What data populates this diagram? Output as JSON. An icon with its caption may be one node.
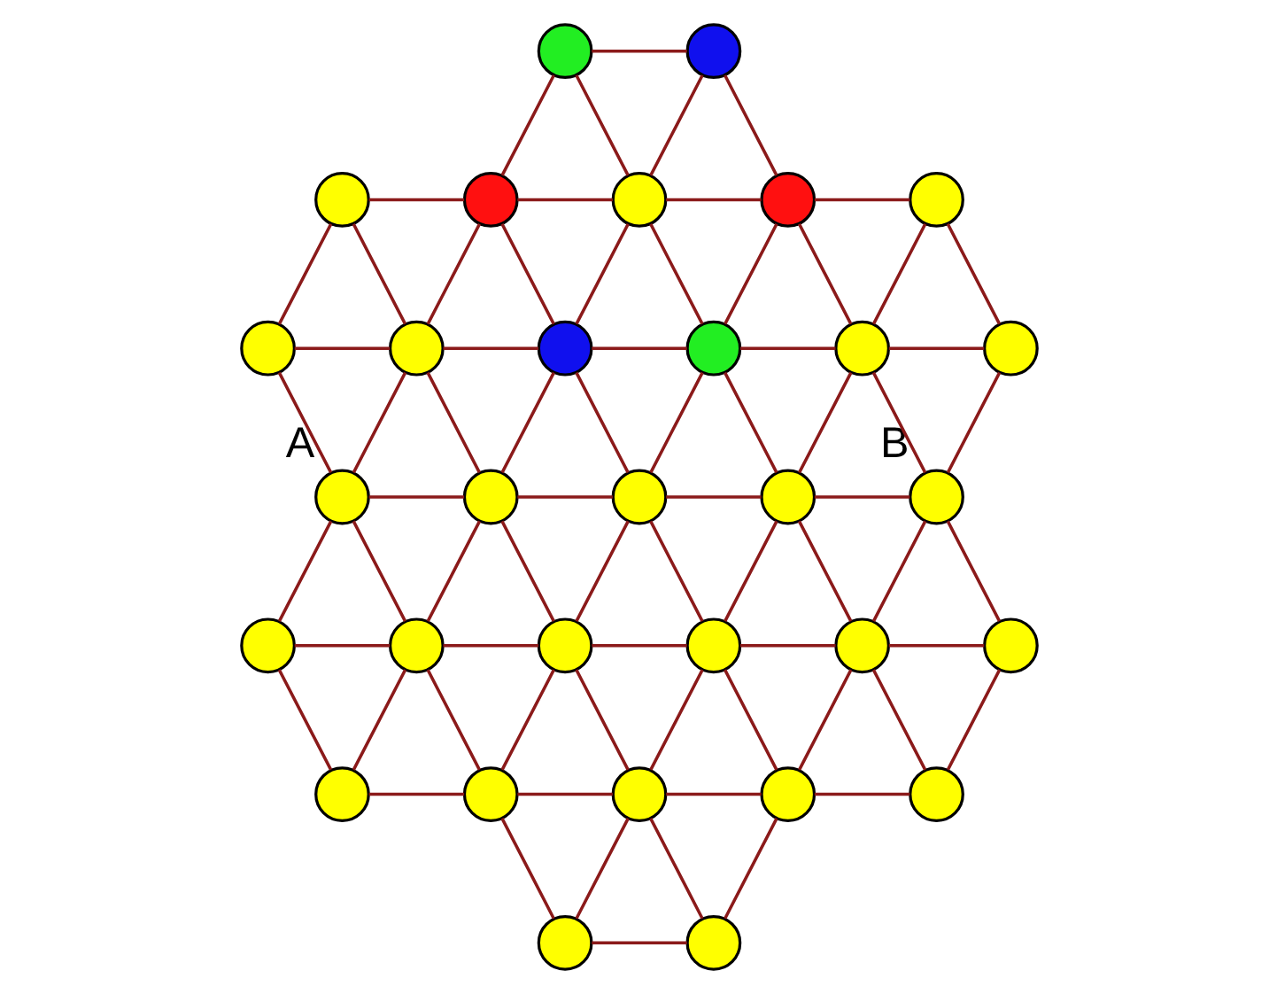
{
  "diagram": {
    "nodes": [
      {
        "text": [],
        "shape": "circle"
      },
      {
        "text": [],
        "shape": "circle"
      },
      {
        "text": [],
        "shape": "circle"
      },
      {
        "text": [],
        "shape": "circle"
      },
      {
        "text": [],
        "shape": "circle"
      },
      {
        "text": [],
        "shape": "circle"
      },
      {
        "text": [],
        "shape": "circle"
      },
      {
        "text": [],
        "shape": "circle"
      },
      {
        "text": [],
        "shape": "circle"
      },
      {
        "text": [],
        "shape": "circle"
      },
      {
        "text": [],
        "shape": "circle"
      },
      {
        "text": [],
        "shape": "circle"
      },
      {
        "text": [],
        "shape": "circle"
      },
      {
        "text": [],
        "shape": "circle",
        "beside": [
          "A"
        ]
      },
      {
        "text": [],
        "shape": "circle"
      },
      {
        "text": [],
        "shape": "circle"
      },
      {
        "text": [],
        "shape": "circle"
      },
      {
        "text": [],
        "shape": "circle",
        "beside": [
          "B"
        ]
      },
      {
        "text": [],
        "shape": "circle"
      },
      {
        "text": [],
        "shape": "circle"
      },
      {
        "text": [],
        "shape": "circle"
      },
      {
        "text": [],
        "shape": "circle"
      },
      {
        "text": [],
        "shape": "circle"
      },
      {
        "text": [],
        "shape": "circle"
      },
      {
        "text": [],
        "shape": "circle"
      },
      {
        "text": [],
        "shape": "circle"
      },
      {
        "text": [],
        "shape": "circle"
      },
      {
        "text": [],
        "shape": "circle"
      },
      {
        "text": [],
        "shape": "circle"
      },
      {
        "text": [],
        "shape": "circle"
      },
      {
        "text": [],
        "shape": "circle"
      }
    ],
    "edges": [
      {
        "from": 0,
        "to": 1,
        "arrow": "none"
      },
      {
        "from": 0,
        "to": 3,
        "arrow": "none"
      },
      {
        "from": 0,
        "to": 4,
        "arrow": "none"
      },
      {
        "from": 1,
        "to": 4,
        "arrow": "none"
      },
      {
        "from": 1,
        "to": 5,
        "arrow": "none"
      },
      {
        "from": 2,
        "to": 3,
        "arrow": "none"
      },
      {
        "from": 3,
        "to": 4,
        "arrow": "none"
      },
      {
        "from": 4,
        "to": 5,
        "arrow": "none"
      },
      {
        "from": 5,
        "to": 6,
        "arrow": "none"
      },
      {
        "from": 2,
        "to": 7,
        "arrow": "none"
      },
      {
        "from": 2,
        "to": 8,
        "arrow": "none"
      },
      {
        "from": 3,
        "to": 8,
        "arrow": "none"
      },
      {
        "from": 3,
        "to": 9,
        "arrow": "none"
      },
      {
        "from": 4,
        "to": 9,
        "arrow": "none"
      },
      {
        "from": 4,
        "to": 10,
        "arrow": "none"
      },
      {
        "from": 5,
        "to": 10,
        "arrow": "none"
      },
      {
        "from": 5,
        "to": 11,
        "arrow": "none"
      },
      {
        "from": 6,
        "to": 11,
        "arrow": "none"
      },
      {
        "from": 6,
        "to": 12,
        "arrow": "none"
      },
      {
        "from": 7,
        "to": 8,
        "arrow": "none"
      },
      {
        "from": 8,
        "to": 9,
        "arrow": "none"
      },
      {
        "from": 9,
        "to": 10,
        "arrow": "none"
      },
      {
        "from": 10,
        "to": 11,
        "arrow": "none"
      },
      {
        "from": 11,
        "to": 12,
        "arrow": "none"
      },
      {
        "from": 7,
        "to": 13,
        "arrow": "none"
      },
      {
        "from": 8,
        "to": 13,
        "arrow": "none"
      },
      {
        "from": 8,
        "to": 14,
        "arrow": "none"
      },
      {
        "from": 9,
        "to": 14,
        "arrow": "none"
      },
      {
        "from": 9,
        "to": 15,
        "arrow": "none"
      },
      {
        "from": 10,
        "to": 15,
        "arrow": "none"
      },
      {
        "from": 10,
        "to": 16,
        "arrow": "none"
      },
      {
        "from": 11,
        "to": 16,
        "arrow": "none"
      },
      {
        "from": 11,
        "to": 17,
        "arrow": "none"
      },
      {
        "from": 12,
        "to": 17,
        "arrow": "none"
      },
      {
        "from": 13,
        "to": 14,
        "arrow": "none"
      },
      {
        "from": 14,
        "to": 15,
        "arrow": "none"
      },
      {
        "from": 15,
        "to": 16,
        "arrow": "none"
      },
      {
        "from": 16,
        "to": 17,
        "arrow": "none"
      },
      {
        "from": 13,
        "to": 18,
        "arrow": "none"
      },
      {
        "from": 13,
        "to": 19,
        "arrow": "none"
      },
      {
        "from": 14,
        "to": 19,
        "arrow": "none"
      },
      {
        "from": 14,
        "to": 20,
        "arrow": "none"
      },
      {
        "from": 15,
        "to": 20,
        "arrow": "none"
      },
      {
        "from": 15,
        "to": 21,
        "arrow": "none"
      },
      {
        "from": 16,
        "to": 21,
        "arrow": "none"
      },
      {
        "from": 16,
        "to": 22,
        "arrow": "none"
      },
      {
        "from": 17,
        "to": 22,
        "arrow": "none"
      },
      {
        "from": 17,
        "to": 23,
        "arrow": "none"
      },
      {
        "from": 18,
        "to": 19,
        "arrow": "none"
      },
      {
        "from": 19,
        "to": 20,
        "arrow": "none"
      },
      {
        "from": 20,
        "to": 21,
        "arrow": "none"
      },
      {
        "from": 21,
        "to": 22,
        "arrow": "none"
      },
      {
        "from": 22,
        "to": 23,
        "arrow": "none"
      },
      {
        "from": 18,
        "to": 24,
        "arrow": "none"
      },
      {
        "from": 19,
        "to": 24,
        "arrow": "none"
      },
      {
        "from": 19,
        "to": 25,
        "arrow": "none"
      },
      {
        "from": 20,
        "to": 25,
        "arrow": "none"
      },
      {
        "from": 20,
        "to": 26,
        "arrow": "none"
      },
      {
        "from": 21,
        "to": 26,
        "arrow": "none"
      },
      {
        "from": 21,
        "to": 27,
        "arrow": "none"
      },
      {
        "from": 22,
        "to": 27,
        "arrow": "none"
      },
      {
        "from": 22,
        "to": 28,
        "arrow": "none"
      },
      {
        "from": 23,
        "to": 28,
        "arrow": "none"
      },
      {
        "from": 24,
        "to": 25,
        "arrow": "none"
      },
      {
        "from": 25,
        "to": 26,
        "arrow": "none"
      },
      {
        "from": 26,
        "to": 27,
        "arrow": "none"
      },
      {
        "from": 27,
        "to": 28,
        "arrow": "none"
      },
      {
        "from": 25,
        "to": 29,
        "arrow": "none"
      },
      {
        "from": 26,
        "to": 29,
        "arrow": "none"
      },
      {
        "from": 26,
        "to": 30,
        "arrow": "none"
      },
      {
        "from": 27,
        "to": 30,
        "arrow": "none"
      },
      {
        "from": 29,
        "to": 30,
        "arrow": "none"
      }
    ]
  }
}
